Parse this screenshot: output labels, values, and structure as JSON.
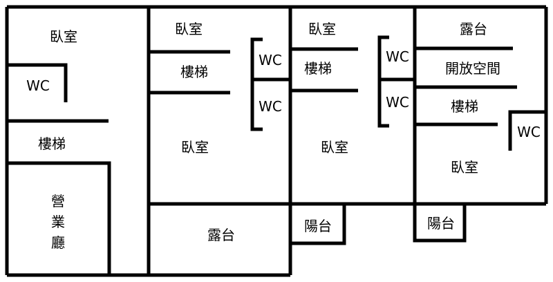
{
  "colors": {
    "wall": "#000000",
    "background": "#ffffff",
    "text": "#000000"
  },
  "labels": {
    "bedroom": "臥室",
    "wc": "WC",
    "stairs": "樓梯",
    "business_hall_line1": "營",
    "business_hall_line2": "業",
    "business_hall_line3": "廳",
    "terrace": "露台",
    "balcony": "陽台",
    "open_space": "開放空間"
  }
}
